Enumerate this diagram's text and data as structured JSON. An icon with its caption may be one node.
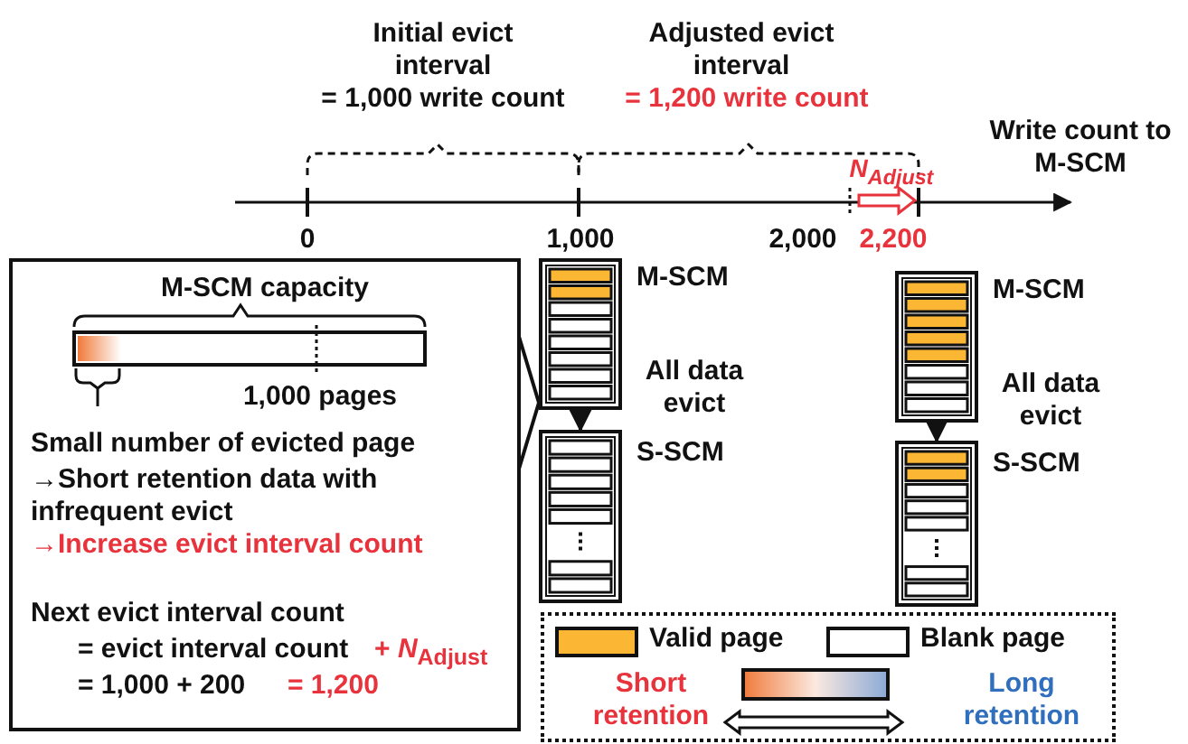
{
  "diagram": {
    "nodes": [
      {
        "text": [
          "M-SCM"
        ]
      },
      {
        "text": [
          "S-SCM"
        ]
      },
      {
        "text": [
          "M-SCM"
        ]
      },
      {
        "text": [
          "S-SCM"
        ]
      },
      {
        "text": [
          "M-SCM capacity",
          "1,000 pages",
          "Small number of evicted page",
          "→Short retention data with infrequent evict",
          "→Increase evict interval count",
          "Next evict interval count",
          "= evict interval count",
          "+ *N*$_{Adjust}$",
          "= 1,000 + 200",
          "= 1,200"
        ]
      }
    ],
    "edges": [
      {
        "from": 0,
        "to": 1,
        "arrow": "to",
        "label": "All data evict"
      },
      {
        "from": 2,
        "to": 3,
        "arrow": "to",
        "label": "All data evict"
      },
      {
        "from": 4,
        "to": 0,
        "arrow": "none"
      }
    ],
    "labels": [
      "Initial evict interval",
      "= 1,000 write count",
      "Adjusted evict interval",
      "= 1,200 write count",
      "Write count to M-SCM",
      "*N*$_{Adjust}$",
      "0",
      "1,000",
      "2,000",
      "2,200",
      "Short retention",
      "Long retention"
    ],
    "legend": [
      {
        "text": "Valid page",
        "color": "#fbb634"
      },
      {
        "text": "Blank page",
        "color": "#ffffff"
      }
    ]
  }
}
